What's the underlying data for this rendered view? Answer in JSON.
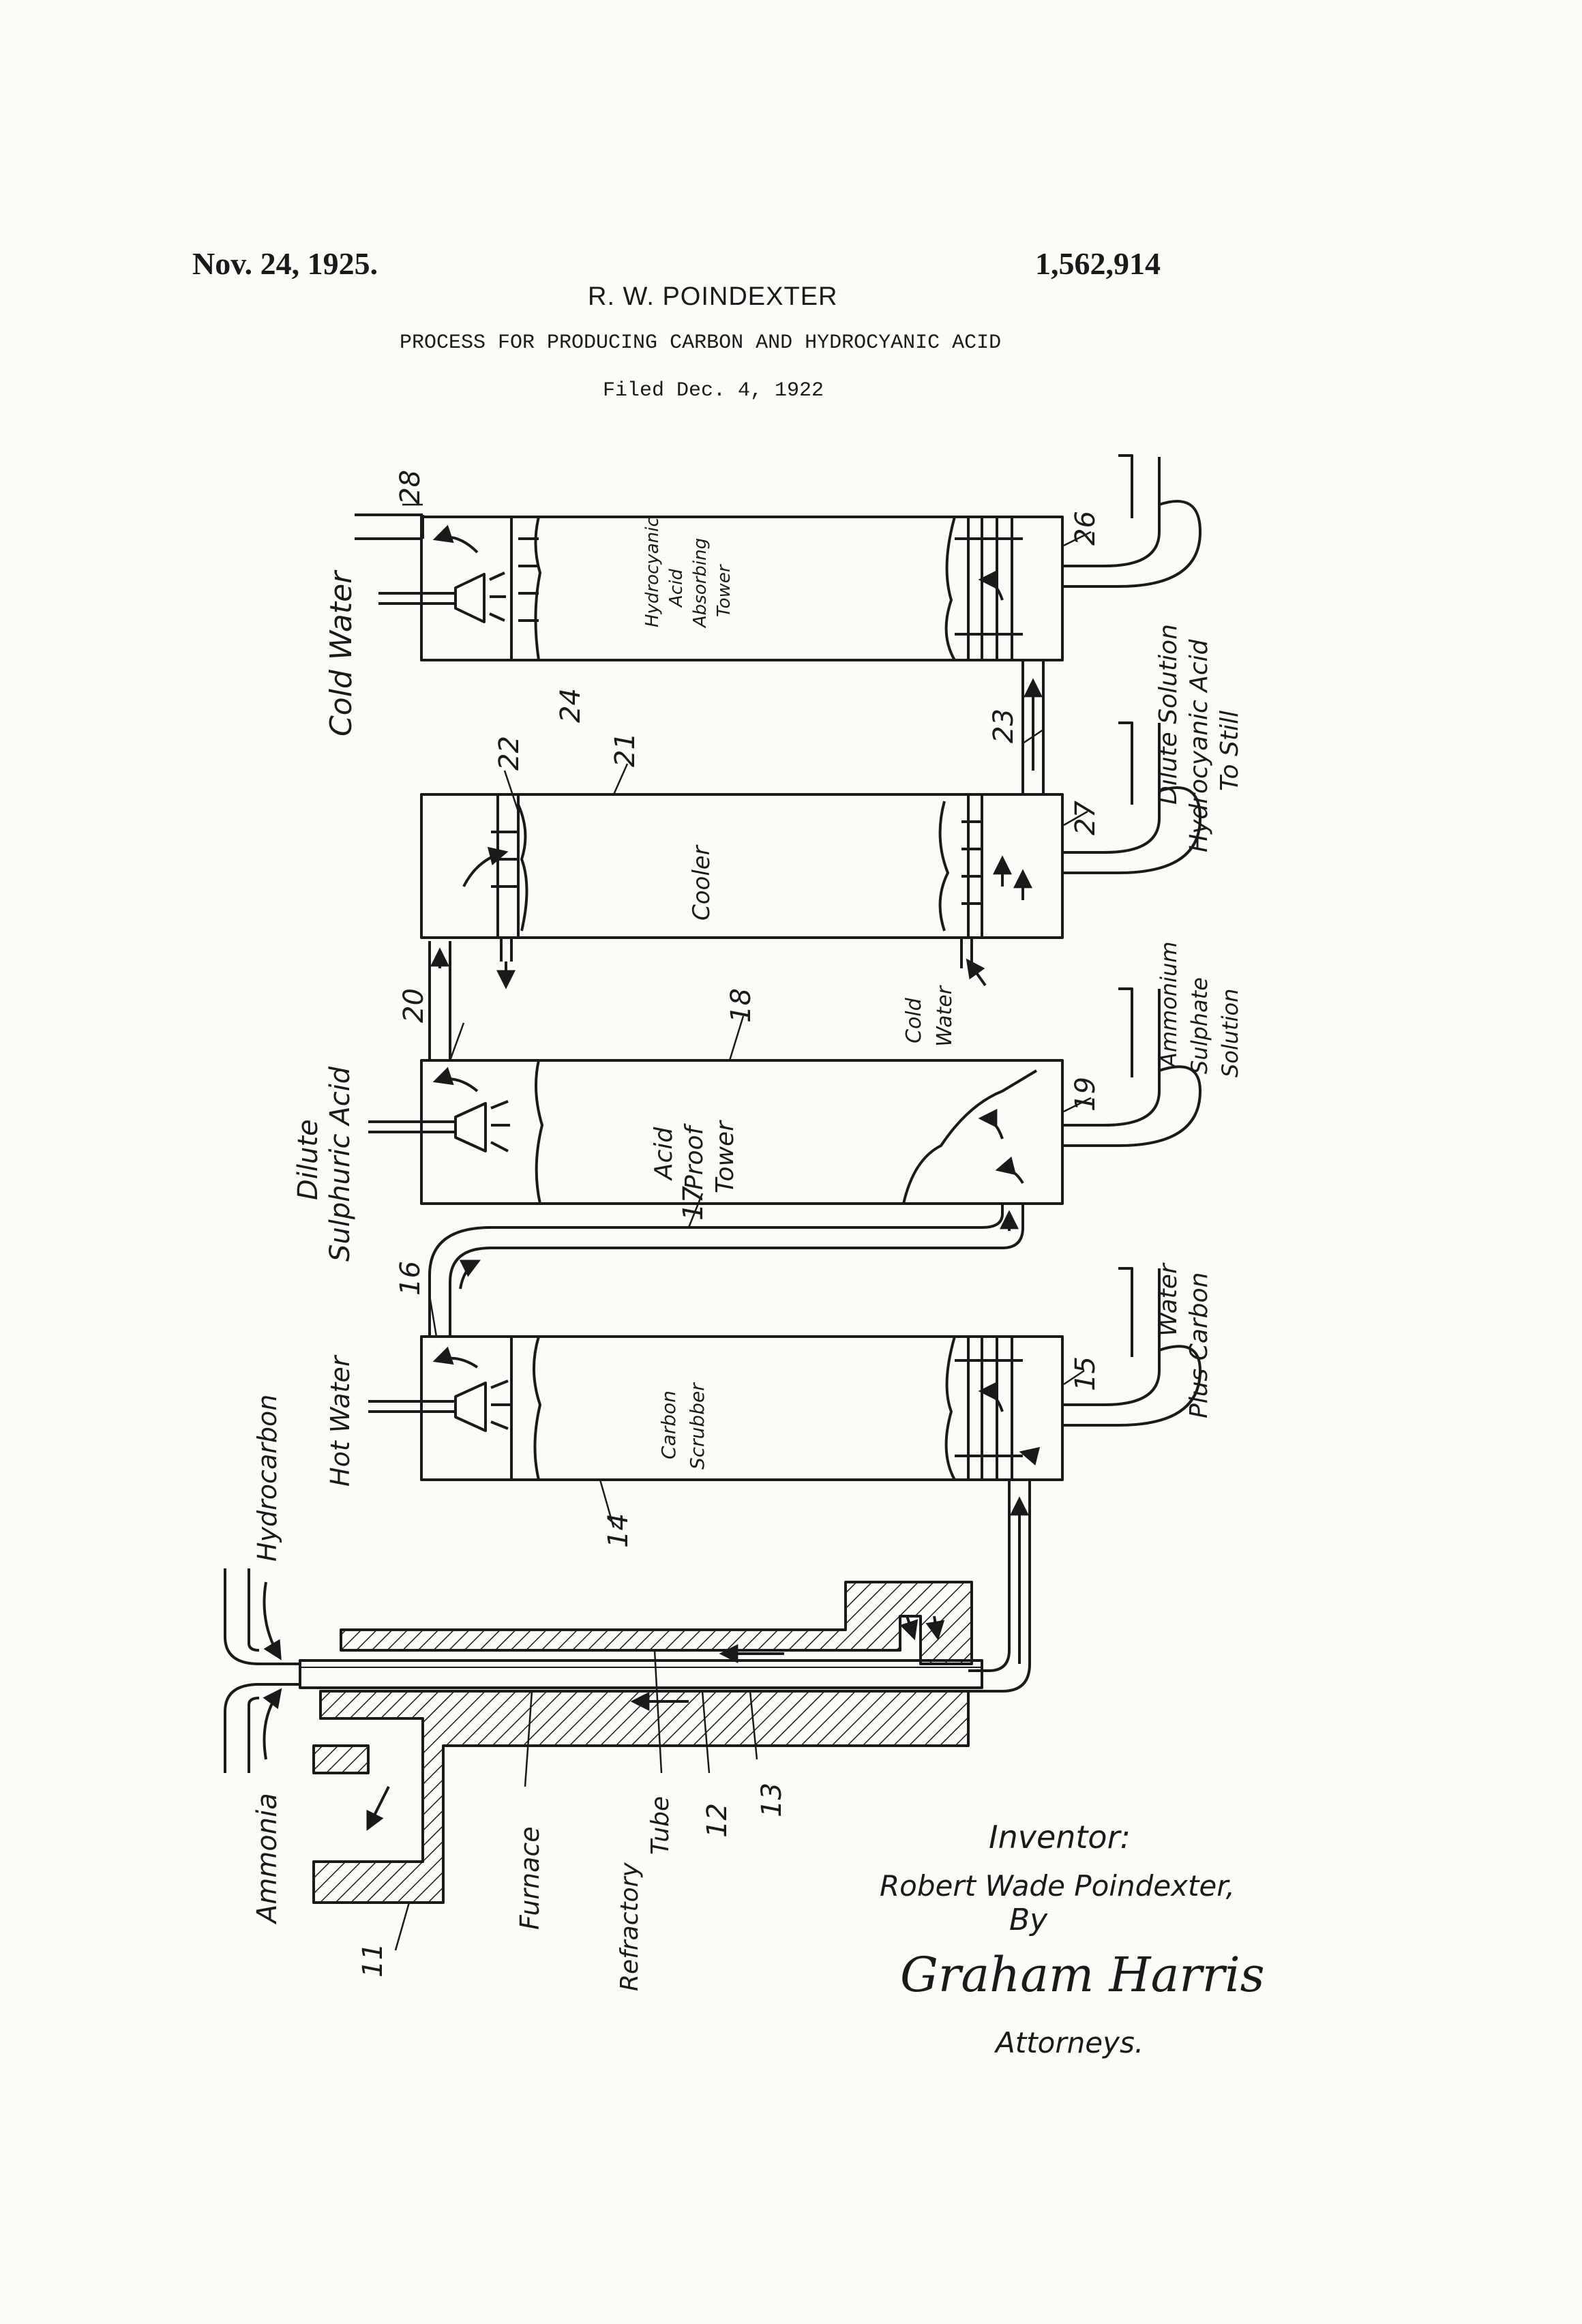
{
  "header": {
    "date": "Nov. 24, 1925.",
    "patent_number": "1,562,914",
    "inventor_name": "R. W. POINDEXTER",
    "title": "PROCESS FOR PRODUCING CARBON AND HYDROCYANIC ACID",
    "filed": "Filed Dec. 4, 1922"
  },
  "labels": {
    "cold_water_top": "Cold Water",
    "hcn_tower_1": "Hydrocyanic",
    "hcn_tower_2": "Acid",
    "hcn_tower_3": "Absorbing",
    "hcn_tower_4": "Tower",
    "dilute_solution_1": "Dilute Solution",
    "dilute_solution_2": "Hydrocyanic Acid",
    "dilute_solution_3": "To Still",
    "cooler": "Cooler",
    "cold_water_mid_1": "Cold",
    "cold_water_mid_2": "Water",
    "ammonium_1": "Ammonium",
    "ammonium_2": "Sulphate",
    "ammonium_3": "Solution",
    "dilute_acid_1": "Dilute",
    "dilute_acid_2": "Sulphuric Acid",
    "acid_tower_1": "Acid",
    "acid_tower_2": "Proof",
    "acid_tower_3": "Tower",
    "hot_water": "Hot Water",
    "scrubber_1": "Carbon",
    "scrubber_2": "Scrubber",
    "water_carbon_1": "Water",
    "water_carbon_2": "Plus Carbon",
    "hydrocarbon": "Hydrocarbon",
    "ammonia": "Ammonia",
    "furnace": "Furnace",
    "refractory_1": "Refractory",
    "refractory_2": "Tube"
  },
  "reference_numerals": {
    "n28": "28",
    "n26": "26",
    "n24": "24",
    "n23": "23",
    "n22": "22",
    "n21": "21",
    "n27": "27",
    "n20": "20",
    "n18": "18",
    "n19": "19",
    "n17": "17",
    "n16": "16",
    "n15": "15",
    "n14": "14",
    "n13": "13",
    "n12": "12",
    "n11": "11"
  },
  "signature": {
    "inventor_label": "Inventor:",
    "inventor_name": "Robert Wade Poindexter,",
    "by": "By",
    "attorney_signature": "Graham Harris",
    "attorneys_label": "Attorneys."
  }
}
